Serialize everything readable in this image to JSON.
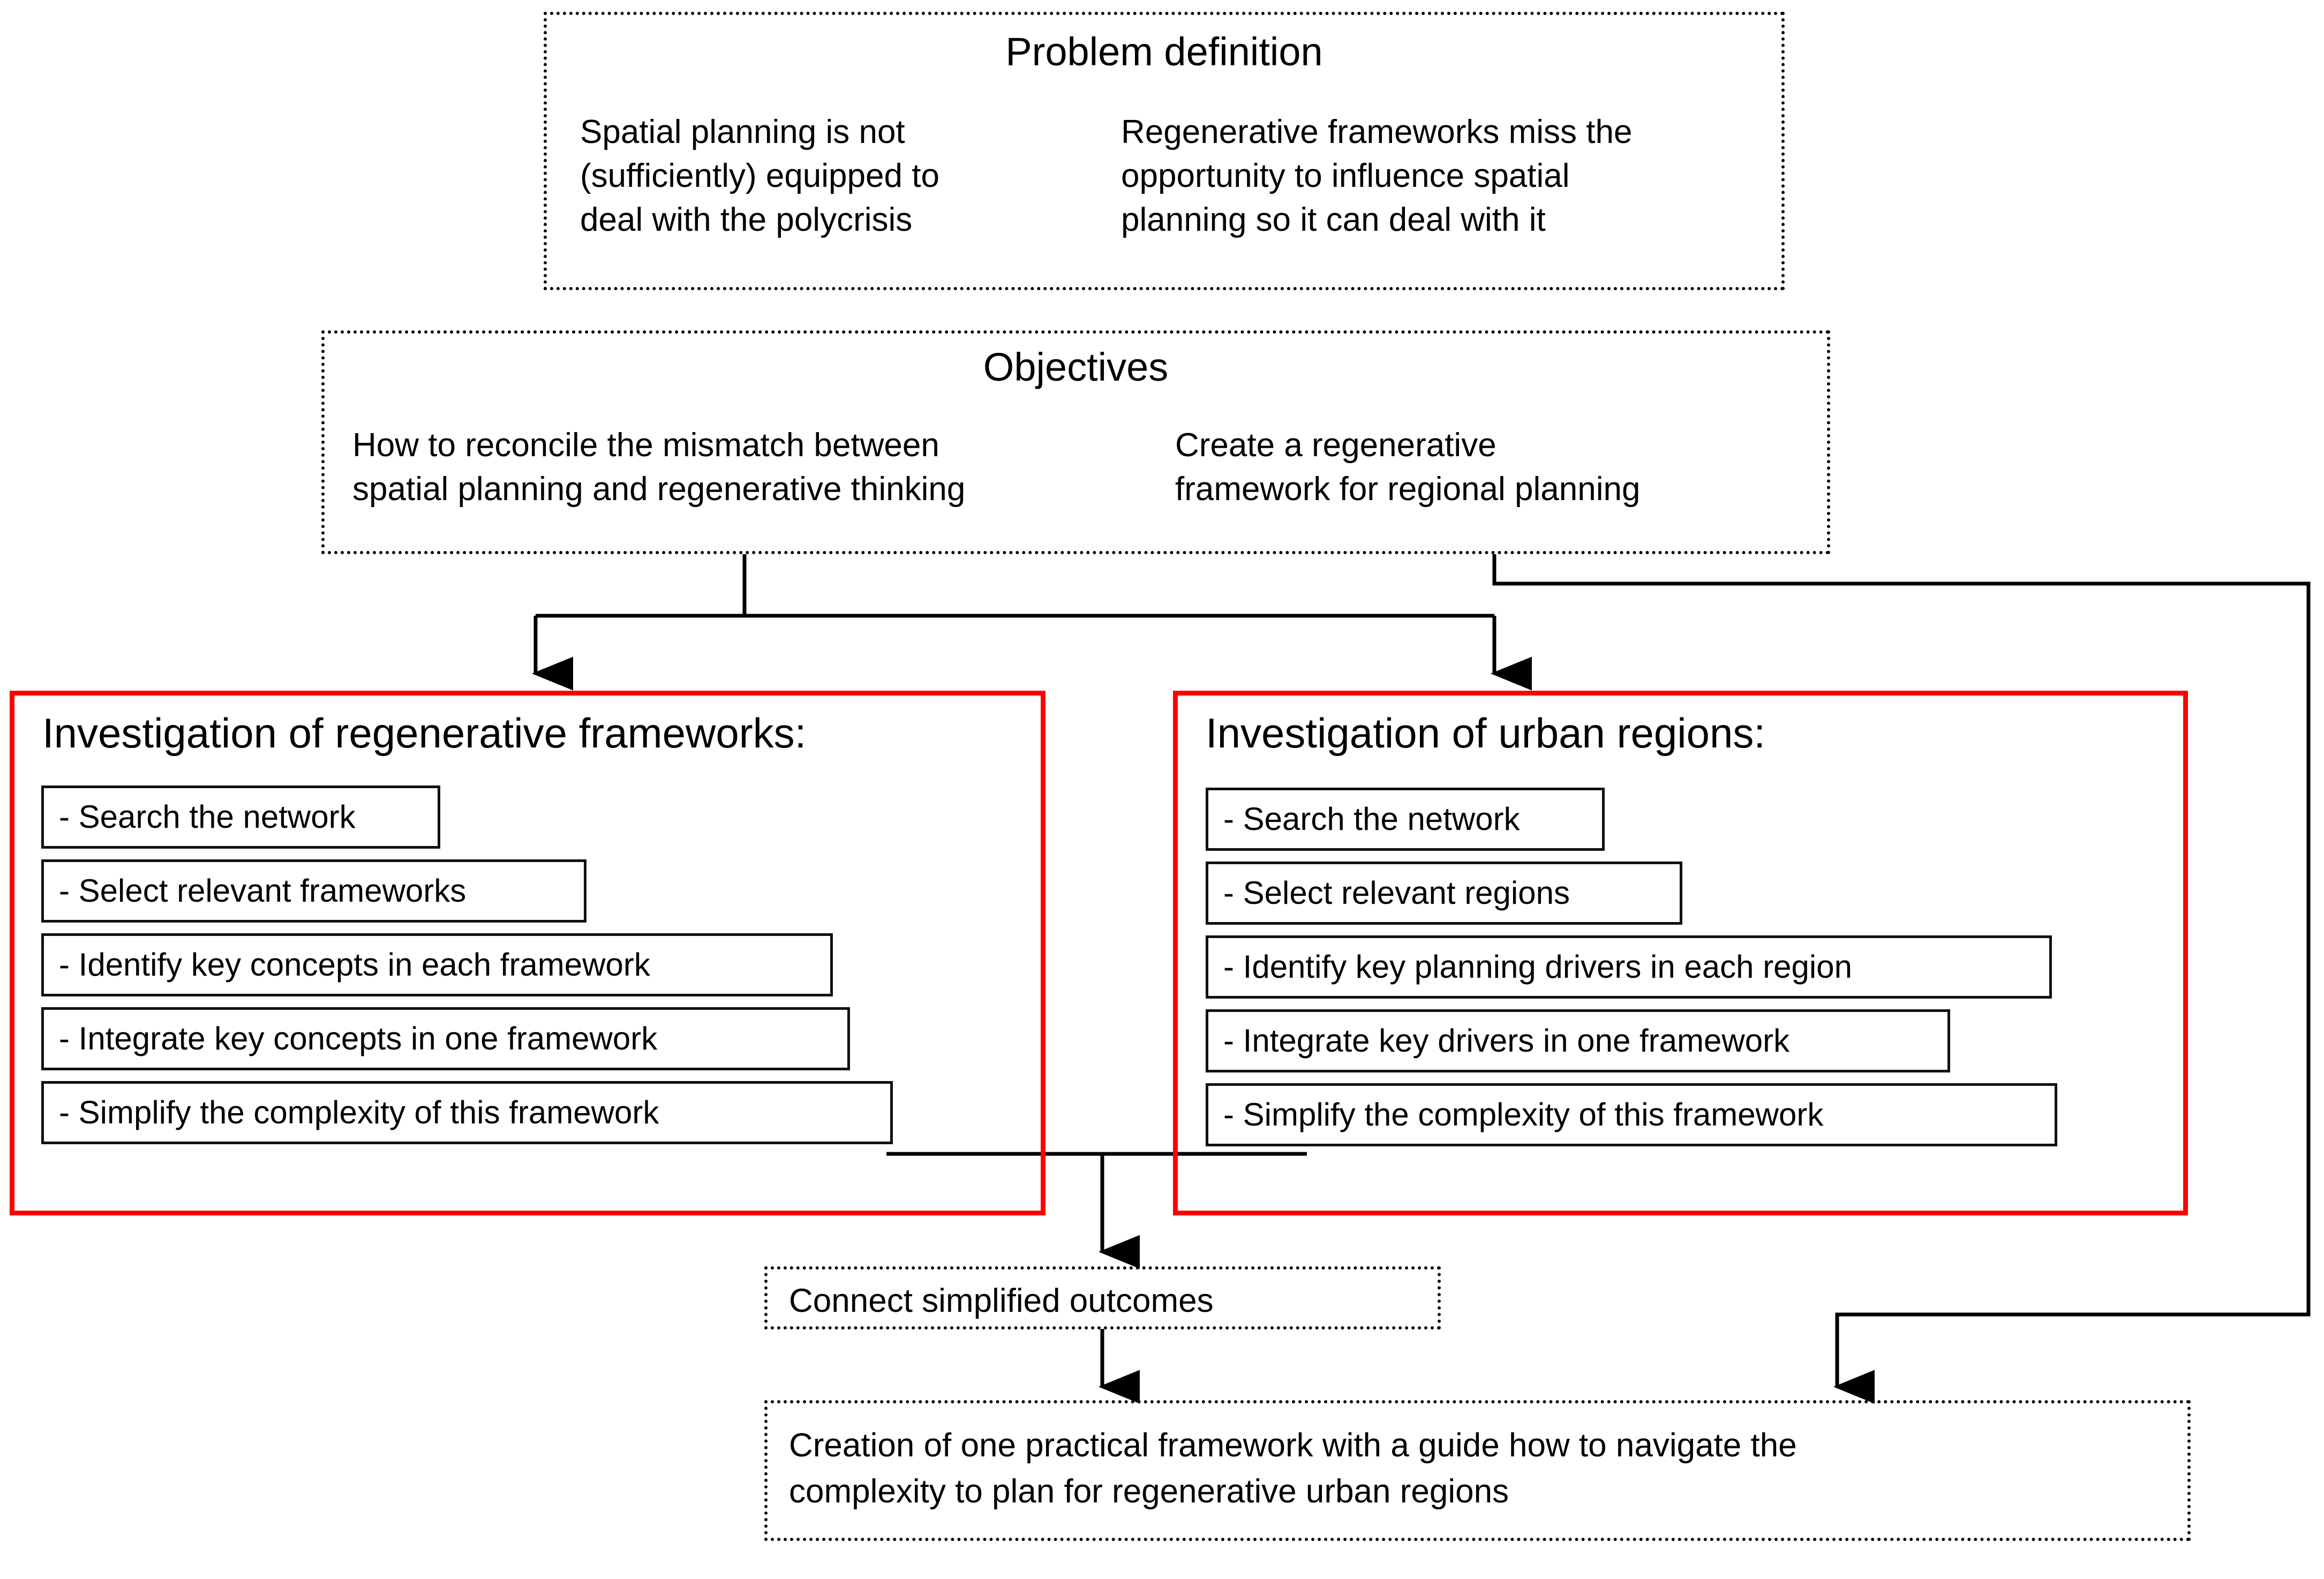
{
  "diagram": {
    "title_problem": "Problem definition",
    "title_objectives": "Objectives",
    "colors": {
      "highlight_border": "#ff0000",
      "line": "#000000",
      "background": "#ffffff"
    }
  },
  "problem_definition": {
    "heading": "Problem definition",
    "statements": [
      "Spatial planning is not\n(sufficiently) equipped to\ndeal with the polycrisis",
      "Regenerative frameworks miss the\nopportunity to influence spatial\nplanning so it can deal with it"
    ]
  },
  "objectives": {
    "heading": "Objectives",
    "statements": [
      "How to reconcile the mismatch between\nspatial planning and regenerative thinking",
      "Create a regenerative\nframework for regional planning"
    ]
  },
  "investigation_frameworks": {
    "heading": "Investigation of regenerative frameworks:",
    "steps": [
      "- Search the network",
      "- Select relevant frameworks",
      "- Identify key concepts in each framework",
      "- Integrate key concepts in one framework",
      "- Simplify the complexity of this framework"
    ]
  },
  "investigation_regions": {
    "heading": "Investigation of urban regions:",
    "steps": [
      "- Search the network",
      "- Select relevant regions",
      "- Identify key planning drivers in each region",
      "- Integrate key drivers in one framework",
      "- Simplify the complexity of this framework"
    ]
  },
  "connect_outcomes": {
    "label": "Connect simplified outcomes"
  },
  "creation": {
    "label": "Creation of one practical framework with a guide how to navigate the\ncomplexity to plan for regenerative urban regions"
  }
}
